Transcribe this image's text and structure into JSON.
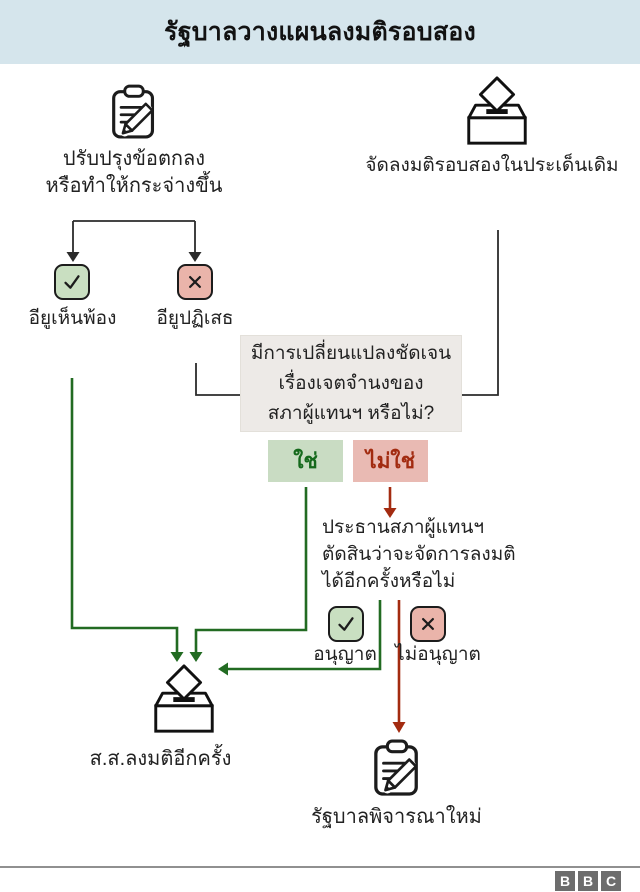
{
  "header": {
    "title": "รัฐบาลวางแผนลงมติรอบสอง"
  },
  "icons": {
    "top_left": "clipboard-pencil-icon",
    "top_right": "ballot-box-icon",
    "vote_again": "ballot-box-icon",
    "reconsider": "clipboard-pencil-icon",
    "agree": "check-icon",
    "reject": "cross-icon",
    "allow": "check-icon",
    "deny": "cross-icon"
  },
  "branch_left": {
    "label_line1": "ปรับปรุงข้อตกลง",
    "label_line2": "หรือทำให้กระจ่างขึ้น",
    "agree_label": "อียูเห็นพ้อง",
    "reject_label": "อียูปฏิเสธ"
  },
  "branch_right": {
    "label": "จัดลงมติรอบสองในประเด็นเดิม"
  },
  "question_box": {
    "line1": "มีการเปลี่ยนแปลงชัดเจน",
    "line2": "เรื่องเจตจำนงของ",
    "line3": "สภาผู้แทนฯ หรือไม่?"
  },
  "answers": {
    "yes": "ใช่",
    "no": "ไม่ใช่"
  },
  "speaker_decision": {
    "line1": "ประธานสภาผู้แทนฯ",
    "line2": "ตัดสินว่าจะจัดการลงมติ",
    "line3": "ได้อีกครั้งหรือไม่",
    "allow_label": "อนุญาต",
    "deny_label": "ไม่อนุญาต"
  },
  "outcomes": {
    "vote_again": "ส.ส.ลงมติอีกครั้ง",
    "reconsider": "รัฐบาลพิจารณาใหม่"
  },
  "footer": {
    "logo_letters": [
      "B",
      "B",
      "C"
    ]
  },
  "colors": {
    "header_bg": "#d5e5ec",
    "line_black": "#2b2b2b",
    "line_green": "#226b22",
    "line_red": "#a32b10",
    "yes_bg": "#c9dcc3",
    "yes_text": "#15691c",
    "no_bg": "#e9bab3",
    "no_text": "#a22b10",
    "question_bg": "#edeae7",
    "check_bg": "#c9dfc1",
    "cross_bg": "#eab4aa",
    "logo_gray": "#6d6d6d"
  }
}
